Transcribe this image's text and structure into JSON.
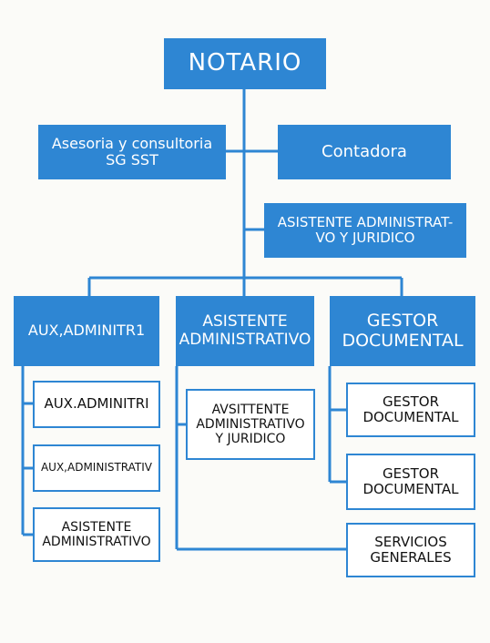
{
  "colors": {
    "box_fill": "#2e86d3",
    "line": "#2e86d3",
    "text_on_fill": "#ffffff",
    "text_on_white": "#111111",
    "background": "#fbfbf8"
  },
  "nodes": {
    "notario": "NOTARIO",
    "asesoria": "Asesoria y consultoria\nSG SST",
    "contadora": "Contadora",
    "asistente_admin_juridico_top": "ASISTENTE ADMINISTRAT-\nVO Y JURIDICO",
    "aux_adminitr1": "AUX,ADMINITR1",
    "asistente_administrativo_head": "ASISTENTE\nADMINISTRATIVO",
    "gestor_documental_head": "GESTOR\nDOCUMENTAL",
    "aux_adminitri": "AUX.ADMINITRI",
    "aux_administrativ": "AUX,ADMINISTRATIV",
    "asistente_administrativo_sub": "ASISTENTE\nADMINISTRATIVO",
    "avsittente": "AVSITTENTE\nADMINISTRATIVO\nY JURIDICO",
    "gestor_documental_1": "GESTOR\nDOCUMENTAL",
    "gestor_documental_2": "GESTOR\nDOCUMENTAL",
    "servicios_generales": "SERVICIOS\nGENERALES"
  }
}
